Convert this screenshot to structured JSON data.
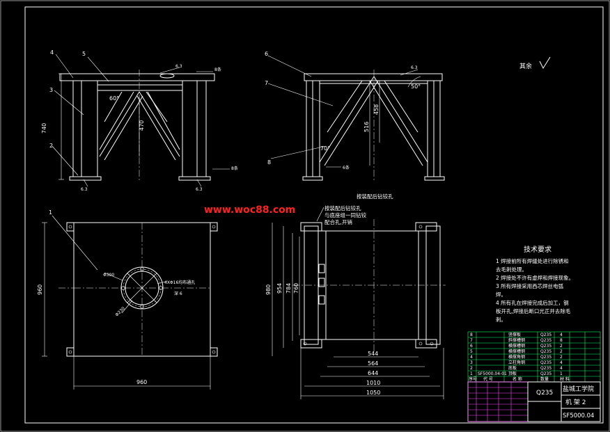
{
  "watermark": "www.woc88.com",
  "roughness": "其余",
  "front_view": {
    "callouts": [
      "4",
      "5",
      "3",
      "2"
    ],
    "dims": [
      "740",
      "470"
    ],
    "angle": "60°",
    "weld_marks": [
      "6.3",
      "8条",
      "6.3",
      "8条",
      "6.3"
    ]
  },
  "side_view": {
    "callouts": [
      "6",
      "7",
      "8"
    ],
    "dims": [
      "516",
      "458"
    ],
    "angles": [
      "50°",
      "70°"
    ],
    "weld_marks": [
      "6.3",
      "6条"
    ],
    "caption": "按装配后钻铰孔"
  },
  "top_view": {
    "callout": "1",
    "dims": [
      "960",
      "960"
    ],
    "circle_dims": [
      "Φ300",
      "Φ230"
    ],
    "hole_note": "4XΦ16均布通孔",
    "hole_note2": "深 6"
  },
  "plan_view": {
    "notes": [
      "按装配后钻铰孔",
      "与底座组一同钻铰",
      "配合孔,开销"
    ],
    "vertical_dims": [
      "954",
      "784",
      "760",
      "980"
    ],
    "horizontal_dims": [
      "544",
      "564",
      "644",
      "1010",
      "1050"
    ]
  },
  "tech_requirements": {
    "title": "技术要求",
    "items": [
      "1 焊接前所有焊缝处进行除锈和",
      "去毛刺处理。",
      "2 焊接处不许有虚焊和焊接现象。",
      "3 所有焊接采用西芯焊丝电弧",
      "焊。",
      "4 所有孔在焊接完成后加工，钢",
      "板开孔,焊接后断口光正并去除毛",
      "刺。"
    ]
  },
  "bom_rows": [
    [
      "8",
      "竖撑板",
      "Q235",
      "4"
    ],
    [
      "7",
      "斜撑槽钢",
      "Q235",
      "8"
    ],
    [
      "6",
      "横撑槽钢",
      "Q235",
      "2"
    ],
    [
      "5",
      "横撑槽钢",
      "Q235",
      "2"
    ],
    [
      "4",
      "横撑角钢",
      "Q235",
      "2"
    ],
    [
      "3",
      "立柱角钢",
      "Q235",
      "4"
    ],
    [
      "2",
      "底板",
      "Q235",
      "4"
    ],
    [
      "1",
      "顶板",
      "Q235",
      "1"
    ]
  ],
  "bom_doc_code": "SF5000.04-01",
  "bom_header": [
    "序号",
    "代 号",
    "名 称",
    "数量",
    "材 料"
  ],
  "title_block": {
    "material": "Q235",
    "school": "盐城工学院",
    "part_name": "机 架 2",
    "drawing_no": "SF5000.04"
  }
}
